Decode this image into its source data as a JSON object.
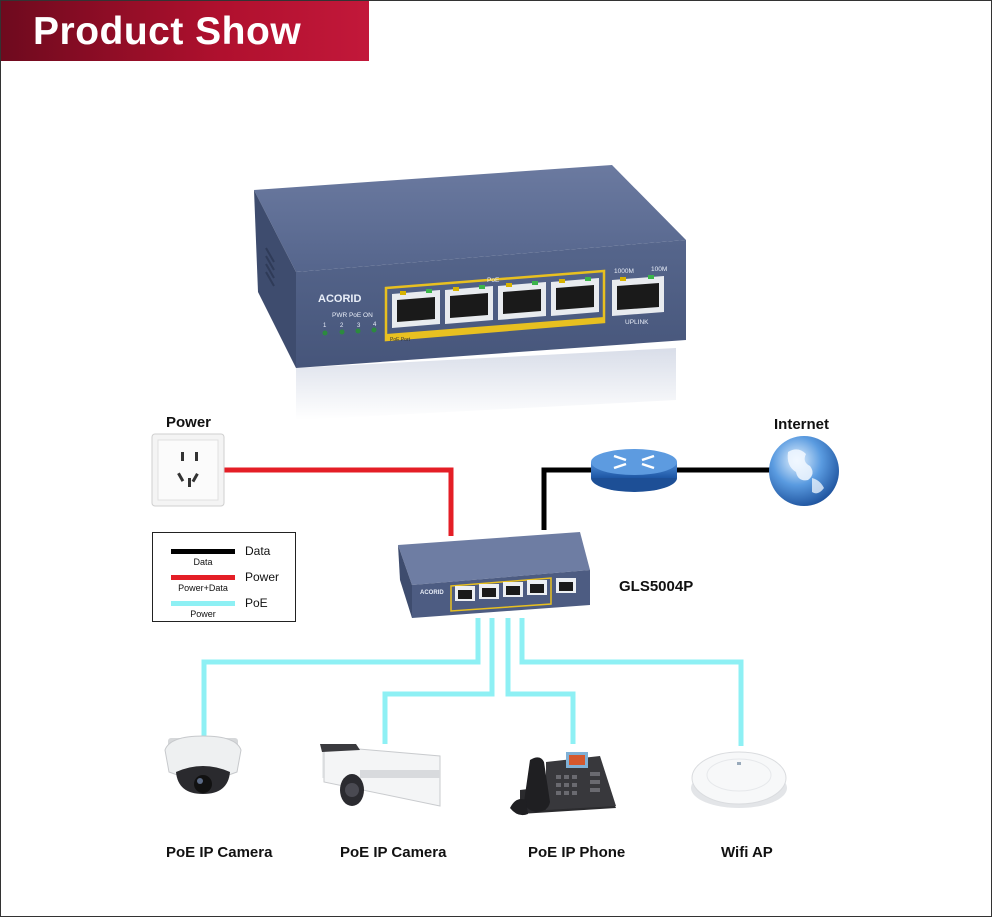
{
  "banner": {
    "title": "Product Show"
  },
  "switch_big": {
    "brand": "ACORID",
    "poe_label": "PoE",
    "led_labels": "PWR PoE ON",
    "led_numbers": [
      "1",
      "2",
      "3",
      "4"
    ],
    "port_strip_label": "PoE Port",
    "speed_1000": "1000M",
    "speed_100": "100M",
    "uplink_label": "UPLINK"
  },
  "labels": {
    "power": "Power",
    "internet": "Internet",
    "model": "GLS5004P"
  },
  "legend": {
    "items": [
      {
        "name": "Data",
        "sub": "Data",
        "color": "#000000"
      },
      {
        "name": "Power",
        "sub": "Power+Data",
        "color": "#e41e26"
      },
      {
        "name": "PoE",
        "sub": "Power",
        "color": "#8ef0f4"
      }
    ]
  },
  "devices": [
    {
      "label": "PoE IP Camera",
      "icon": "dome-camera-icon"
    },
    {
      "label": "PoE IP Camera",
      "icon": "bullet-camera-icon"
    },
    {
      "label": "PoE IP Phone",
      "icon": "ip-phone-icon"
    },
    {
      "label": "Wifi AP",
      "icon": "wifi-ap-icon"
    }
  ],
  "colors": {
    "data": "#000000",
    "power": "#e41e26",
    "poe": "#8ef0f4",
    "switch_body": "#5a6a8e",
    "banner": "#b0102e"
  }
}
